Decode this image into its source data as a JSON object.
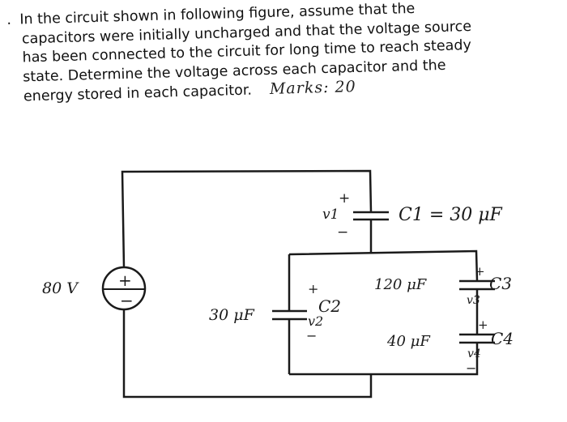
{
  "question": {
    "bullet": ".",
    "lines": [
      "In the circuit shown in following figure, assume that the",
      "capacitors were initially uncharged and that the voltage source",
      "has been connected to the circuit for long time to reach steady",
      "state. Determine the voltage across each capacitor and the",
      "energy stored in each capacitor."
    ],
    "marks": "Marks: 20"
  },
  "circuit": {
    "source": {
      "value": "80 V",
      "plus": "+",
      "minus": "−"
    },
    "c1": {
      "voltage": "v1",
      "plus": "+",
      "minus": "−",
      "label": "C1 = 30 μF"
    },
    "c2": {
      "voltage": "v2",
      "plus": "+",
      "minus": "−",
      "value": "30 μF",
      "name": "C2"
    },
    "c3": {
      "voltage": "v3",
      "plus": "+",
      "value": "120 μF",
      "name": "C3"
    },
    "c4": {
      "voltage": "v4",
      "plus": "+",
      "minus": "−",
      "value": "40 μF",
      "name": "C4"
    }
  }
}
